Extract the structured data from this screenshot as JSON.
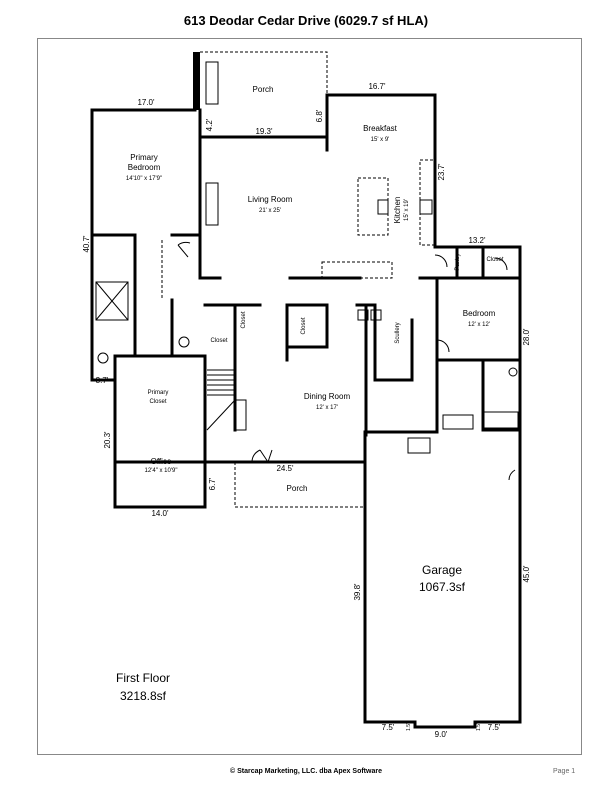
{
  "title": "613 Deodar Cedar Drive (6029.7 sf HLA)",
  "footer": {
    "copyright": "© Starcap Marketing, LLC. dba Apex Software",
    "page": "Page 1"
  },
  "floor": {
    "name": "First Floor",
    "area": "3218.8sf"
  },
  "rooms": {
    "porch_top": {
      "name": "Porch"
    },
    "breakfast": {
      "name": "Breakfast",
      "size": "15' x 9'"
    },
    "primary_bedroom": {
      "name1": "Primary",
      "name2": "Bedroom",
      "size": "14'10\" x 17'9\""
    },
    "living_room": {
      "name": "Living Room",
      "size": "21' x 25'"
    },
    "kitchen": {
      "name": "Kitchen",
      "size": "15' x 19'"
    },
    "pantry": {
      "name": "Pantry"
    },
    "closet_ne": {
      "name": "Closet"
    },
    "bedroom": {
      "name": "Bedroom",
      "size": "12' x 12'"
    },
    "closet_hall": {
      "name": "Closet"
    },
    "closet_hall2": {
      "name": "Closet"
    },
    "closet_dining": {
      "name": "Closet"
    },
    "scullery": {
      "name": "Scullery"
    },
    "primary_closet": {
      "name1": "Primary",
      "name2": "Closet"
    },
    "dining_room": {
      "name": "Dining Room",
      "size": "12' x 17'"
    },
    "office": {
      "name": "Office",
      "size": "12'4\" x 10'9\""
    },
    "porch_bottom": {
      "name": "Porch"
    },
    "garage": {
      "name": "Garage",
      "area": "1067.3sf"
    }
  },
  "dimensions": {
    "d17_0": "17.0'",
    "d4_2": "4.2'",
    "d19_3": "19.3'",
    "d6_8": "6.8'",
    "d16_7": "16.7'",
    "d23_7": "23.7'",
    "d40_7": "40.7'",
    "d13_2": "13.2'",
    "d28_0": "28.0'",
    "d3_7": "3.7'",
    "d20_3": "20.3'",
    "d24_5": "24.5'",
    "d6_7": "6.7'",
    "d14_0": "14.0'",
    "d39_8": "39.8'",
    "d45_0": "45.0'",
    "d7_5a": "7.5'",
    "d9_0": "9.0'",
    "d7_5b": "7.5'",
    "d1_5a": "1.5'",
    "d1_5b": "1.5'"
  }
}
